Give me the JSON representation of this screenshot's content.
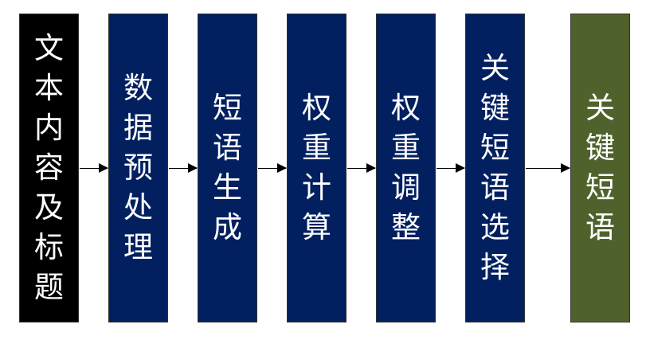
{
  "diagram": {
    "type": "flowchart",
    "direction": "left-to-right",
    "nodes": [
      {
        "id": "input",
        "label": "文本内容及标题",
        "color": "#000000"
      },
      {
        "id": "preprocess",
        "label": "数据预处理",
        "color": "#022060"
      },
      {
        "id": "phrase-gen",
        "label": "短语生成",
        "color": "#022060"
      },
      {
        "id": "weight-calc",
        "label": "权重计算",
        "color": "#022060"
      },
      {
        "id": "weight-adjust",
        "label": "权重调整",
        "color": "#022060"
      },
      {
        "id": "keyphrase-select",
        "label": "关键短语选择",
        "color": "#022060"
      },
      {
        "id": "output",
        "label": "关键短语",
        "color": "#4f622b"
      }
    ],
    "edges": [
      [
        "input",
        "preprocess"
      ],
      [
        "preprocess",
        "phrase-gen"
      ],
      [
        "phrase-gen",
        "weight-calc"
      ],
      [
        "weight-calc",
        "weight-adjust"
      ],
      [
        "weight-adjust",
        "keyphrase-select"
      ],
      [
        "keyphrase-select",
        "output"
      ]
    ]
  }
}
